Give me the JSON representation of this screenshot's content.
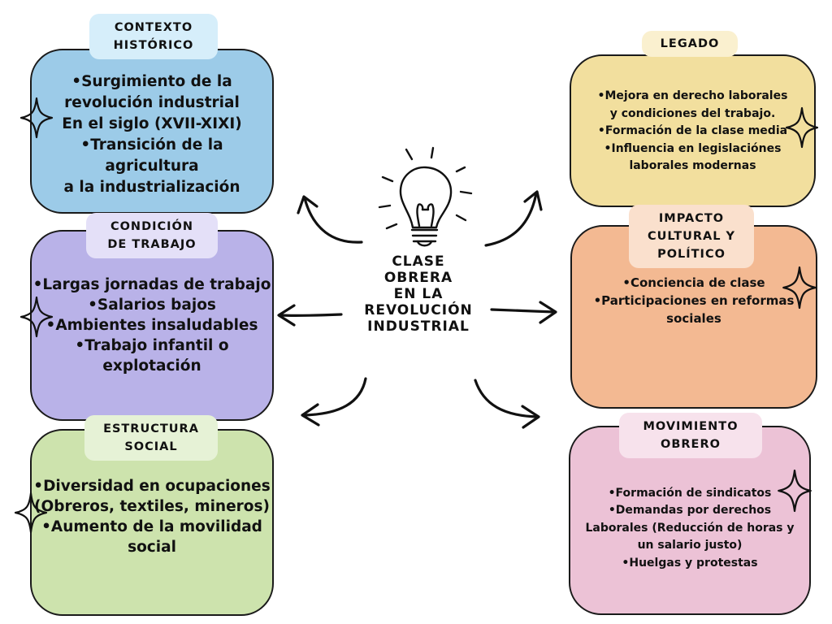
{
  "center": {
    "title_lines": [
      "CLASE",
      "OBRERA",
      "EN LA",
      "REVOLUCIÓN",
      "INDUSTRIAL"
    ]
  },
  "cards": {
    "contexto": {
      "tag_lines": [
        "CONTEXTO",
        "HISTÓRICO"
      ],
      "lines": [
        "•Surgimiento de la",
        "revolución industrial",
        "En el siglo (XVII-XIXI)",
        "•Transición de la agricultura",
        "a la industrialización"
      ],
      "color": "#9ccbe8",
      "tag_color": "#d6eefa"
    },
    "condicion": {
      "tag_lines": [
        "CONDICIÓN",
        "DE TRABAJO"
      ],
      "lines": [
        "•Largas jornadas de trabajo",
        "•Salarios bajos",
        "•Ambientes insaludables",
        "•Trabajo infantil o explotación"
      ],
      "color": "#b9b2e8",
      "tag_color": "#e4e0f8"
    },
    "estructura": {
      "tag_lines": [
        "ESTRUCTURA",
        "SOCIAL"
      ],
      "lines": [
        "•Diversidad en ocupaciones",
        "(Obreros, textiles, mineros)",
        "•Aumento de la movilidad",
        "social"
      ],
      "color": "#cde3ad",
      "tag_color": "#e6f2d6"
    },
    "legado": {
      "tag_lines": [
        "LEGADO"
      ],
      "lines": [
        "•Mejora en derecho laborales",
        "y condiciones del trabajo.",
        "•Formación de la clase media",
        "•Influencia en legislaciónes",
        "laborales modernas"
      ],
      "color": "#f2df9e",
      "tag_color": "#faf0cf"
    },
    "impacto": {
      "tag_lines": [
        "IMPACTO",
        "CULTURAL Y",
        "POLÍTICO"
      ],
      "lines": [
        "•Conciencia de clase",
        "•Participaciones en reformas",
        "sociales"
      ],
      "color": "#f3b992",
      "tag_color": "#fae0cd"
    },
    "movimiento": {
      "tag_lines": [
        "MOVIMIENTO",
        "OBRERO"
      ],
      "lines": [
        "•Formación de sindicatos",
        "•Demandas por derechos",
        "Laborales (Reducción de horas y",
        "un salario justo)",
        "•Huelgas y protestas"
      ],
      "color": "#ecc2d6",
      "tag_color": "#f7e2ec"
    }
  },
  "icons": [
    "lightbulb-icon",
    "sparkle-icon",
    "arrow-icon"
  ]
}
